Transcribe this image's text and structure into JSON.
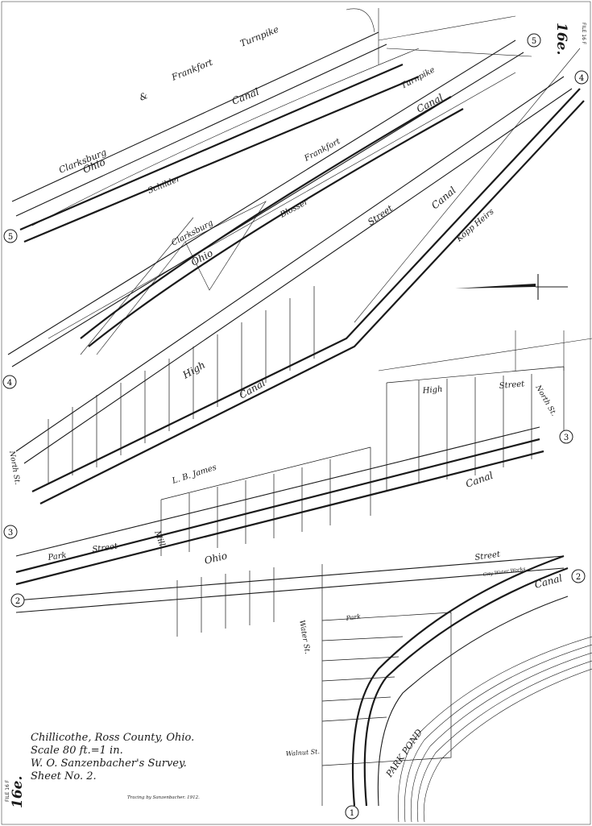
{
  "sheet": {
    "number_top": "16e.",
    "number_bottom": "16e.",
    "file_top": "FILE 16 F",
    "file_bottom": "FILE 16 F"
  },
  "title_block": {
    "line1": "Chillicothe, Ross County, Ohio.",
    "line2": "Scale 80 ft.=1 in.",
    "line3": "W. O. Sanzenbacher's Survey.",
    "line4": "Sheet No. 2.",
    "signature": "Tracing by Sanzenbacher. 1912."
  },
  "labels": {
    "turnpike_top": "Turnpike",
    "frankfort_top": "Frankfort",
    "clarksburg_top": "Clarksburg",
    "amp": "&",
    "ohio_canal_1": "Ohio",
    "canal_1": "Canal",
    "schilder": "Schilder",
    "frankfort_mid": "Frankfort",
    "turnpike_mid": "Turnpike",
    "canal_2": "Canal",
    "clarksburg_mid": "Clarksburg",
    "ohio_2": "Ohio",
    "blosser": "Blosser",
    "street_1": "Street",
    "canal_3": "Canal",
    "kopp_heirs": "Kopp Heirs",
    "high_1": "High",
    "canal_4": "Canal",
    "high_2": "High",
    "street_2": "Street",
    "north_st_1": "North St.",
    "north_st_2": "North St.",
    "lb_james": "L. B. James",
    "canal_5": "Canal",
    "park_1": "Park",
    "street_3": "Street",
    "mill": "Mill",
    "ohio_3": "Ohio",
    "street_4": "Street",
    "canal_6": "Canal",
    "city_water_works": "City Water Works",
    "water_st": "Water St.",
    "walnut_st": "Walnut St.",
    "park_pond": "PARK  POND",
    "park_2": "Park"
  },
  "circle_markers": [
    "5",
    "5",
    "4",
    "4",
    "3",
    "3",
    "2",
    "2",
    "1"
  ],
  "colors": {
    "ink": "#1a1a1a",
    "paper": "#ffffff"
  }
}
